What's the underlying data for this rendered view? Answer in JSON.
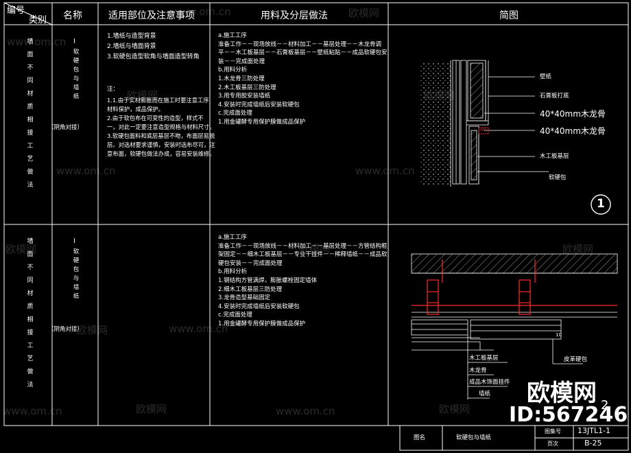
{
  "header": {
    "code": "编号",
    "category": "类别",
    "name": "名称",
    "scope": "适用部位及注意事项",
    "method": "用料及分层做法",
    "sketch": "简图"
  },
  "rows": [
    {
      "category_vertical": "墙面不同材质相接工艺做法",
      "name_roman": "I",
      "name_text": "软硬包与墙纸",
      "variant": "（阴角对接）",
      "scope_items": [
        "1.墙纸与造型背景",
        "2.墙纸与墙面背景",
        "3.软硬包造型软角与墙面造型转角"
      ],
      "notes_title": "注：",
      "notes": [
        "1.1.由于实材膨胀而在施工时要注意工序,",
        "材料保护，成品保护。",
        "2.由于软包布在可变性的造型，样式不",
        "一，对此一定要注意造型规格与材料尺寸。",
        "3.软硬包面料和底层基层不吻，布面层易脱",
        "层。对选材要求谨慎，安装时选布尽可，注",
        "意布面，软硬包做法办成，容易安装维修。"
      ],
      "method_items": [
        "a.施工工序",
        "准备工作－－现场放线－－材料加工－－基层处理－－木龙骨调",
        "平－－木工板基层－－石膏板基层－－壁纸粘贴－－成品软硬包安",
        "装－－完成面处理",
        "b.用料分析",
        "1.木龙骨三防处理",
        "2.木工板基层三防处理",
        "3.用专用胶安装墙纸",
        "4.安装时完成墙纸后安装软硬包",
        "c.完成面处理",
        "1.用金罐酵专用保护膜做成品保护"
      ],
      "sketch_labels": [
        "壁纸",
        "石膏板打底",
        "40*40mm木龙骨",
        "40*40mm木龙骨",
        "木工板基层",
        "软硬包"
      ],
      "dim": "40",
      "detail_no": "1"
    },
    {
      "category_vertical": "墙面不同材质相接工艺做法",
      "name_roman": "I",
      "name_text": "软硬包与墙纸",
      "variant": "（阴角对接）",
      "method_items": [
        "a.施工工序",
        "准备工作－－现场放线－－材料加工－－基层处理－－方管结构框",
        "架固定－－细木工板基层－－专业干挂件－－稀释墙纸－－成品软",
        "硬包安装－－完成面处理",
        "b.用料分析",
        "1.钢结构方管满焊，膨胀螺栓固定墙体",
        "2.细木工板基层三防处理",
        "3.龙骨造型基础固定",
        "4.安装时完成墙纸后安装软硬包",
        "c.完成面处理",
        "1.用金罐酵专用保护膜做成品保护"
      ],
      "sketch_labels": [
        "木工板基层",
        "木龙骨",
        "成品木饰面挂件",
        "墙纸",
        "皮革硬包"
      ],
      "dim": "10"
    }
  ],
  "titleblock": {
    "drawing_name_label": "图名",
    "drawing_name": "软硬包与墙纸",
    "drawing_no_label": "图集号",
    "drawing_no": "13JTL1-1",
    "page_label": "页次",
    "page": "B-25"
  },
  "watermarks": {
    "site": "www.om.cn",
    "brand": "欧模网",
    "id": "ID:567246",
    "corner_num": "2"
  },
  "colors": {
    "line": "#ffffff",
    "accent": "#ff2a2a",
    "dim": "#cc2222"
  }
}
